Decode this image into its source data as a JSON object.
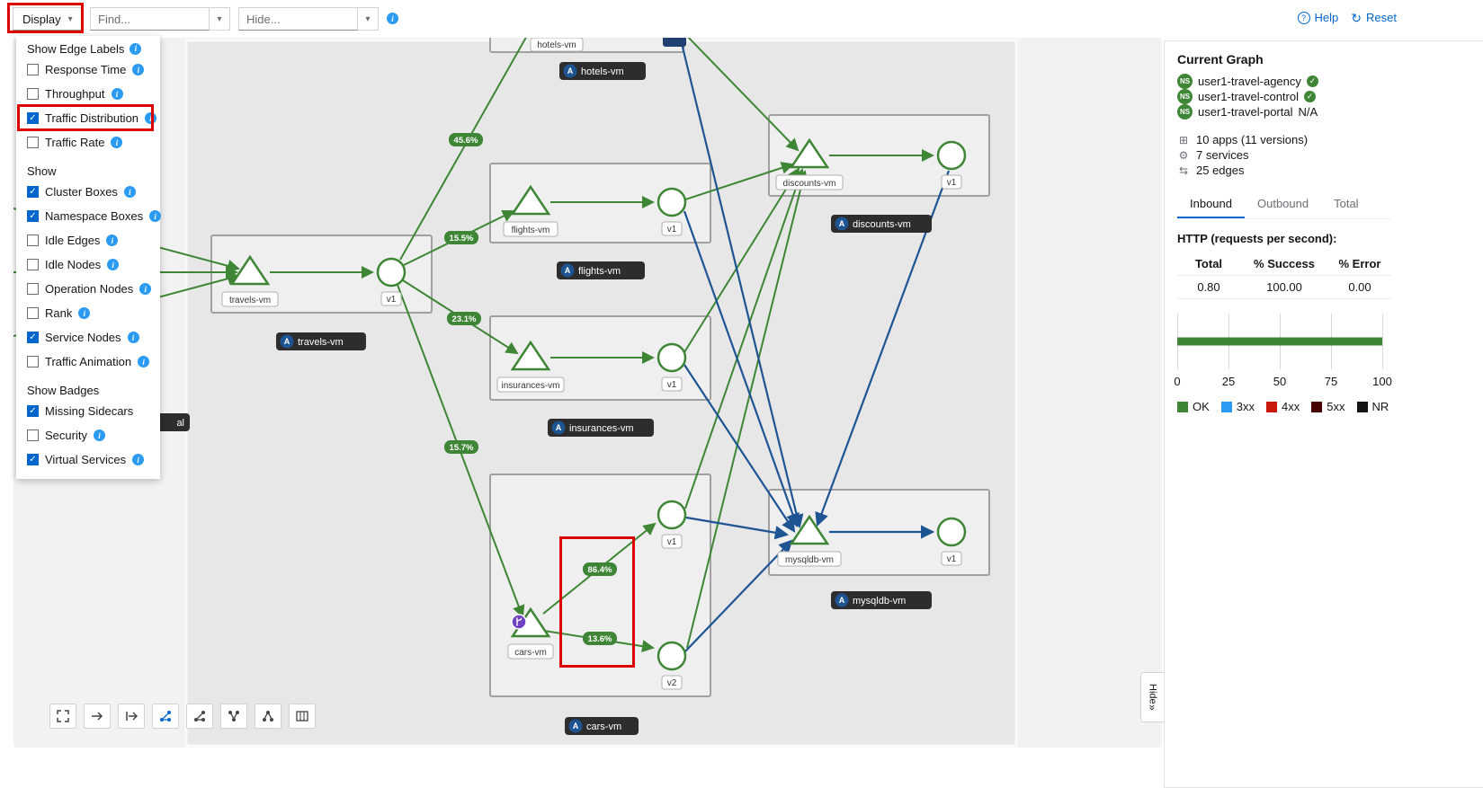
{
  "icons": {
    "info": "i",
    "caret": "▾",
    "help": "?",
    "reset": "↻",
    "check": "✓",
    "apps": "⊞",
    "services": "⚙",
    "edges": "⇆",
    "chevron_double": "»",
    "app_badge": "A",
    "ns_badge": "NS"
  },
  "topbar": {
    "display_label": "Display",
    "find_placeholder": "Find...",
    "hide_placeholder": "Hide...",
    "help_label": "Help",
    "reset_label": "Reset"
  },
  "display_menu": {
    "sections": [
      {
        "title": "Show Edge Labels",
        "items": [
          {
            "label": "Response Time",
            "checked": false
          },
          {
            "label": "Throughput",
            "checked": false
          },
          {
            "label": "Traffic Distribution",
            "checked": true
          },
          {
            "label": "Traffic Rate",
            "checked": false
          }
        ]
      },
      {
        "title": "Show",
        "items": [
          {
            "label": "Cluster Boxes",
            "checked": true
          },
          {
            "label": "Namespace Boxes",
            "checked": true
          },
          {
            "label": "Idle Edges",
            "checked": false
          },
          {
            "label": "Idle Nodes",
            "checked": false
          },
          {
            "label": "Operation Nodes",
            "checked": false
          },
          {
            "label": "Rank",
            "checked": false
          },
          {
            "label": "Service Nodes",
            "checked": true
          },
          {
            "label": "Traffic Animation",
            "checked": false
          }
        ]
      },
      {
        "title": "Show Badges",
        "items": [
          {
            "label": "Missing Sidecars",
            "checked": true
          },
          {
            "label": "Security",
            "checked": false
          },
          {
            "label": "Virtual Services",
            "checked": true
          }
        ]
      }
    ]
  },
  "graph": {
    "nodes": {
      "hotels": {
        "service": "hotels-vm",
        "app": "hotels-vm"
      },
      "flights": {
        "service": "flights-vm",
        "version": "v1",
        "app": "flights-vm"
      },
      "discounts": {
        "service": "discounts-vm",
        "version": "v1",
        "app": "discounts-vm"
      },
      "travels": {
        "service": "travels-vm",
        "version": "v1",
        "app": "travels-vm"
      },
      "insurances": {
        "service": "insurances-vm",
        "version": "v1",
        "app": "insurances-vm"
      },
      "cars": {
        "service": "cars-vm",
        "version1": "v1",
        "version2": "v2",
        "app": "cars-vm"
      },
      "mysqldb": {
        "service": "mysqldb-vm",
        "version": "v1",
        "app": "mysqldb-vm"
      }
    },
    "edge_labels": {
      "hotels": "45.6%",
      "flights": "15.5%",
      "insurances": "23.1%",
      "cars": "15.7%",
      "cars_v1": "86.4%",
      "cars_v2": "13.6%"
    },
    "clipped_label": "al"
  },
  "side_panel": {
    "title": "Current Graph",
    "namespaces": [
      {
        "badge": "NS",
        "name": "user1-travel-agency",
        "status": "ok"
      },
      {
        "badge": "NS",
        "name": "user1-travel-control",
        "status": "ok"
      },
      {
        "badge": "NS",
        "name": "user1-travel-portal",
        "status": "N/A"
      }
    ],
    "stats": [
      {
        "icon": "applications-icon",
        "label": "10 apps (11 versions)"
      },
      {
        "icon": "services-icon",
        "label": "7 services"
      },
      {
        "icon": "edges-icon",
        "label": "25 edges"
      }
    ],
    "tabs": [
      {
        "label": "Inbound",
        "active": true
      },
      {
        "label": "Outbound",
        "active": false
      },
      {
        "label": "Total",
        "active": false
      }
    ],
    "http_title": "HTTP (requests per second):",
    "table": {
      "headers": [
        "Total",
        "% Success",
        "% Error"
      ],
      "values": [
        "0.80",
        "100.00",
        "0.00"
      ]
    },
    "chart_data": {
      "type": "bar",
      "orientation": "horizontal",
      "xlim": [
        0,
        100
      ],
      "x_ticks": [
        0,
        25,
        50,
        75,
        100
      ],
      "value_pct": "100%",
      "series": [
        {
          "name": "OK",
          "value": 100,
          "color": "#3e8635"
        },
        {
          "name": "3xx",
          "value": 0,
          "color": "#2b9af3"
        },
        {
          "name": "4xx",
          "value": 0,
          "color": "#c9190b"
        },
        {
          "name": "5xx",
          "value": 0,
          "color": "#470000"
        },
        {
          "name": "NR",
          "value": 0,
          "color": "#151515"
        }
      ]
    },
    "hide_tab": "Hide"
  },
  "colors": {
    "edge_green": "#3e8635",
    "edge_blue": "#1f5493",
    "accent": "#0066cc",
    "annotation": "#dd0000"
  }
}
